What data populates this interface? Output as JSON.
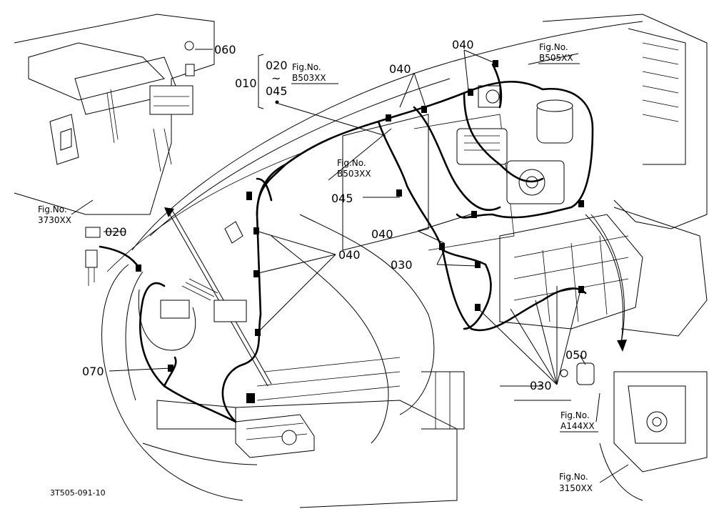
{
  "part_labels": {
    "p010": "010",
    "p020a": "020",
    "p045a": "045",
    "p060": "060",
    "p040a": "040",
    "p040b": "040",
    "p045b": "045",
    "p040c": "040",
    "p040d": "040",
    "p030a": "030",
    "p020b": "020",
    "p070": "070",
    "p050": "050",
    "p030b": "030",
    "tilde": "~"
  },
  "fig_refs": {
    "f1": {
      "label": "Fig.No.",
      "code": "B503XX"
    },
    "f2": {
      "label": "Fig.No.",
      "code": "B505XX"
    },
    "f3": {
      "label": "Fig.No.",
      "code": "B503XX"
    },
    "f4": {
      "label": "Fig.No.",
      "code": "3730XX"
    },
    "f5": {
      "label": "Fig.No.",
      "code": "A144XX"
    },
    "f6": {
      "label": "Fig.No.",
      "code": "3150XX"
    }
  },
  "drawing_code": "3T505-091-10"
}
